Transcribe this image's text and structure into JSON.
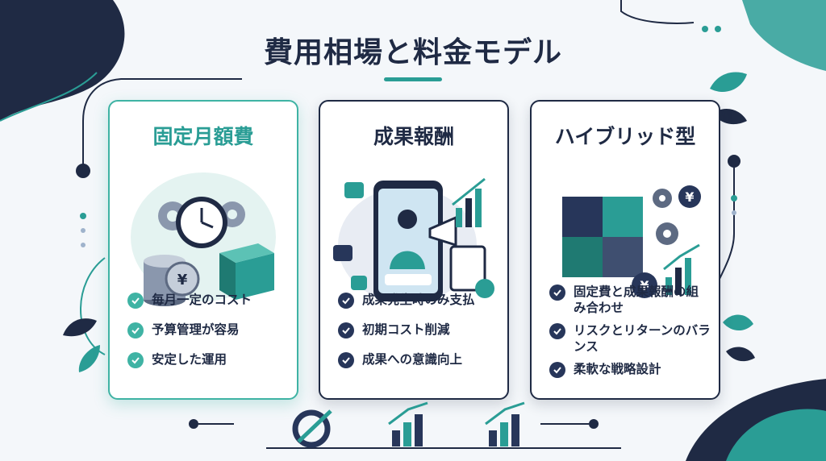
{
  "title": "費用相場と料金モデル",
  "colors": {
    "navy": "#1f2a44",
    "teal": "#2a9d95",
    "accent": "#3fb3a4",
    "background": "#f4f7fa"
  },
  "cards": [
    {
      "title": "固定月額費",
      "icons": [
        "gear-icon",
        "clock-icon",
        "yen-coin-stack-icon",
        "box-icon"
      ],
      "items": [
        "毎月一定のコスト",
        "予算管理が容易",
        "安定した運用"
      ]
    },
    {
      "title": "成果報酬",
      "icons": [
        "smartphone-icon",
        "megaphone-icon",
        "heart-icon",
        "like-icon",
        "bar-chart-icon",
        "checklist-icon"
      ],
      "items": [
        "成果発生時のみ支払",
        "初期コスト削減",
        "成果への意識向上"
      ]
    },
    {
      "title": "ハイブリッド型",
      "icons": [
        "puzzle-icon",
        "gear-icon",
        "yen-coin-icon",
        "bar-chart-icon"
      ],
      "items": [
        "固定費と成果報酬の組み合わせ",
        "リスクとリターンのバランス",
        "柔軟な戦略設計"
      ]
    }
  ]
}
